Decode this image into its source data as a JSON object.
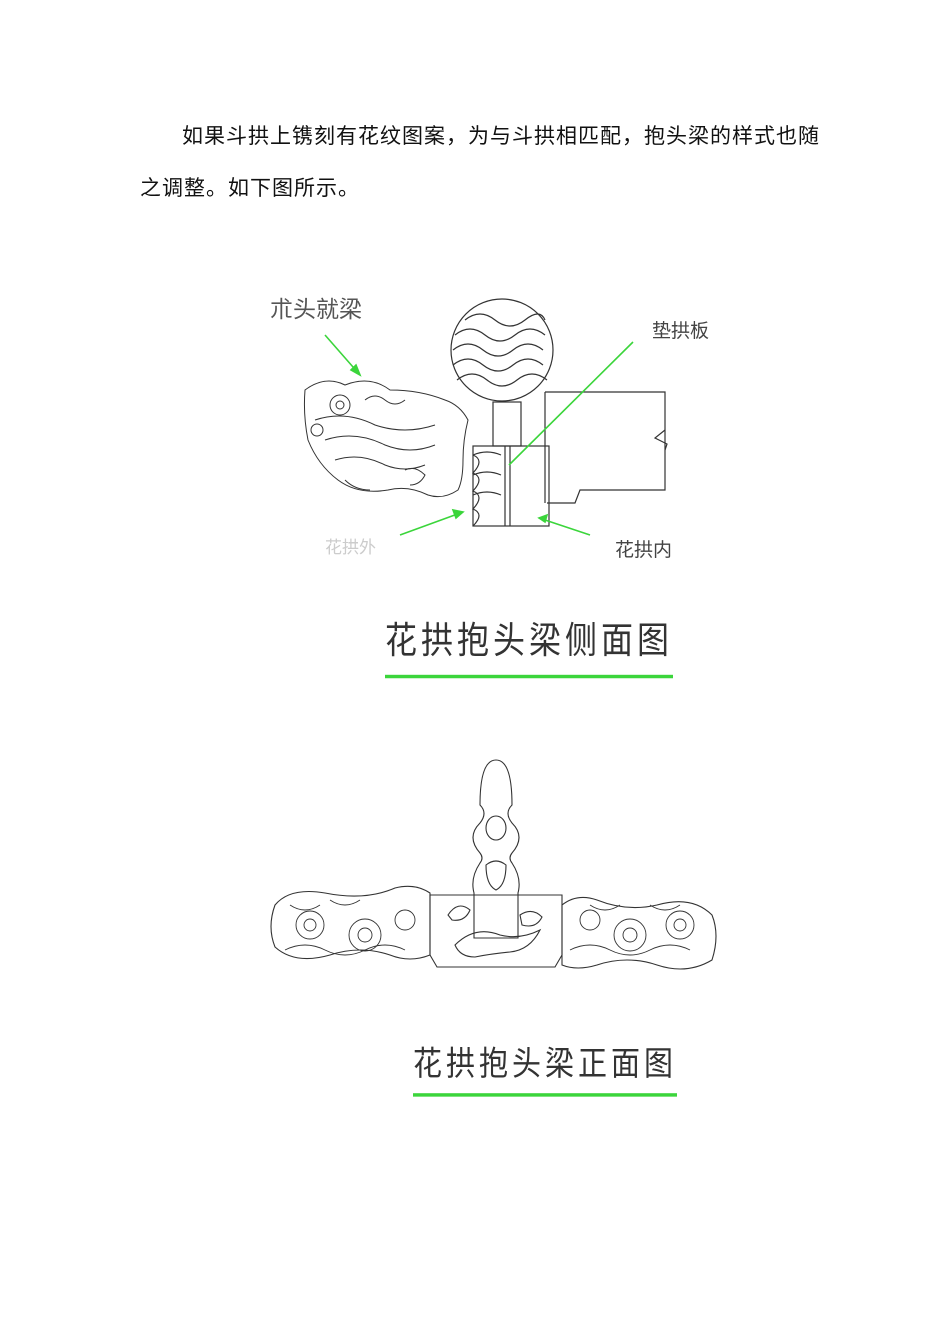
{
  "paragraph": "如果斗拱上镌刻有花纹图案，为与斗拱相匹配，抱头梁的样式也随之调整。如下图所示。",
  "side_view": {
    "caption": "花拱抱头梁侧面图",
    "label_left_top": "朮头就梁",
    "label_right_top": "垫拱板",
    "label_right_bottom": "花拱内",
    "label_left_bottom_faint": "花拱外",
    "accent_color": "#3bd53b"
  },
  "front_view": {
    "caption": "花拱抱头梁正面图",
    "accent_color": "#3bd53b"
  }
}
